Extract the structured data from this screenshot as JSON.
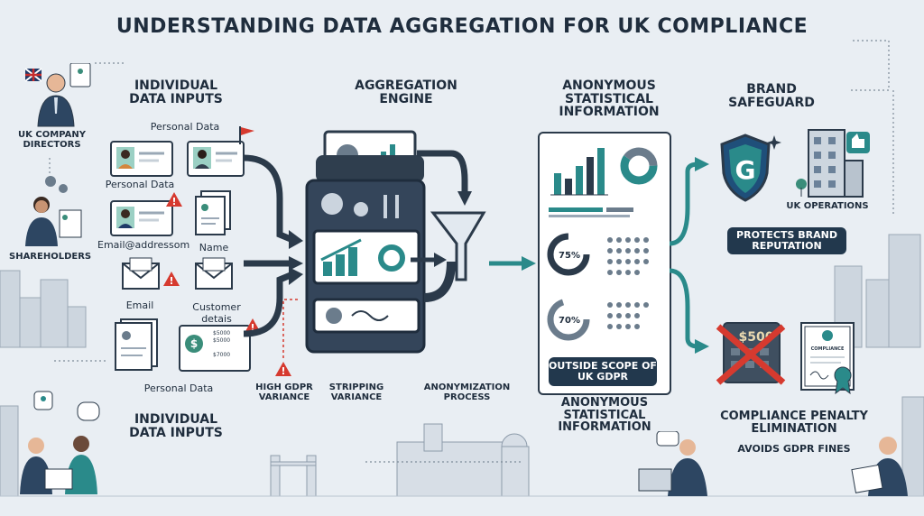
{
  "title": "UNDERSTANDING DATA AGGREGATION FOR UK COMPLIANCE",
  "people": {
    "directors": "UK COMPANY DIRECTORS",
    "shareholders": "SHAREHOLDERS"
  },
  "inputs": {
    "heading": "INDIVIDUAL DATA INPUTS",
    "personal_data_top": "Personal Data",
    "personal_data_left": "Personal Data",
    "email_address": "Email@addressom",
    "name": "Name",
    "email": "Email",
    "customer_details": "Customer detais",
    "personal_data_bottom": "Personal Data",
    "heading_bottom": "INDIVIDUAL DATA INPUTS",
    "receipt_line1": "$5000",
    "receipt_line2": "$5000",
    "receipt_line3": "$7000"
  },
  "engine": {
    "heading": "AGGREGATION ENGINE",
    "high_gdpr": "HIGH GDPR VARIANCE",
    "stripping": "STRIPPING VARIANCE",
    "anonymization": "ANONYMIZATION PROCESS"
  },
  "stats": {
    "heading": "ANONYMOUS STATISTICAL INFORMATION",
    "heading_bottom": "ANONYMOUS STATISTICAL INFORMATION",
    "pct1": "75%",
    "pct2": "70%",
    "scope_label": "OUTSIDE SCOPE OF UK GDPR"
  },
  "brand": {
    "heading": "BRAND SAFEGUARD",
    "operations": "UK OPERATIONS",
    "protects": "PROTECTS BRAND REPUTATION"
  },
  "compliance": {
    "heading": "COMPLIANCE PENALTY ELIMINATION",
    "sub": "AVOIDS GDPR FINES",
    "fine": "$500",
    "doc": "COMPLIANCE"
  },
  "colors": {
    "navy": "#1f2d3d",
    "teal": "#2a8a8a",
    "red": "#d63a2f",
    "bg": "#e9eef3"
  }
}
